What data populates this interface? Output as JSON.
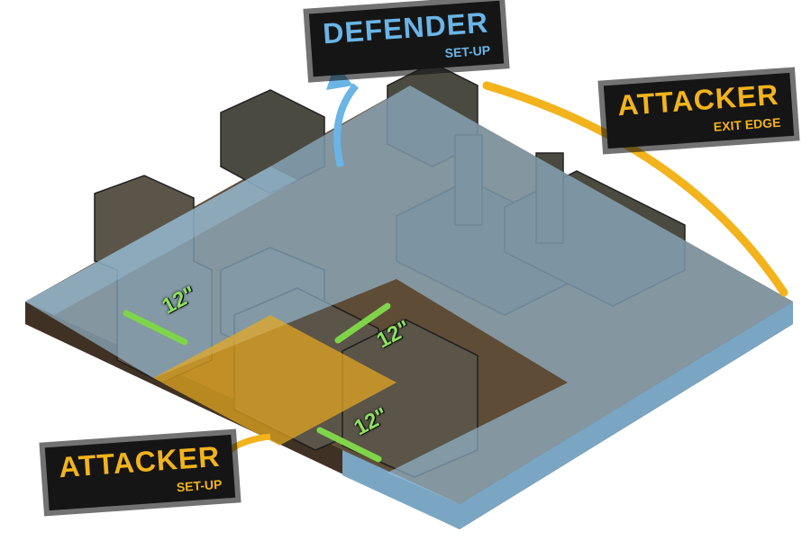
{
  "zones": {
    "defender": {
      "title": "DEFENDER",
      "subtitle": "SET-UP",
      "color": "#6ab4e6"
    },
    "attacker_exit": {
      "title": "ATTACKER",
      "subtitle": "EXIT EDGE",
      "color": "#f2b31c"
    },
    "attacker_setup": {
      "title": "ATTACKER",
      "subtitle": "SET-UP",
      "color": "#f2b31c"
    }
  },
  "distances": [
    "12\"",
    "12\"",
    "12\""
  ],
  "colors": {
    "board": "#5a4a36",
    "overlay_blue": "#9cc3de",
    "overlay_yellow": "#e8a920",
    "distance_arrow": "#7fd44a"
  }
}
